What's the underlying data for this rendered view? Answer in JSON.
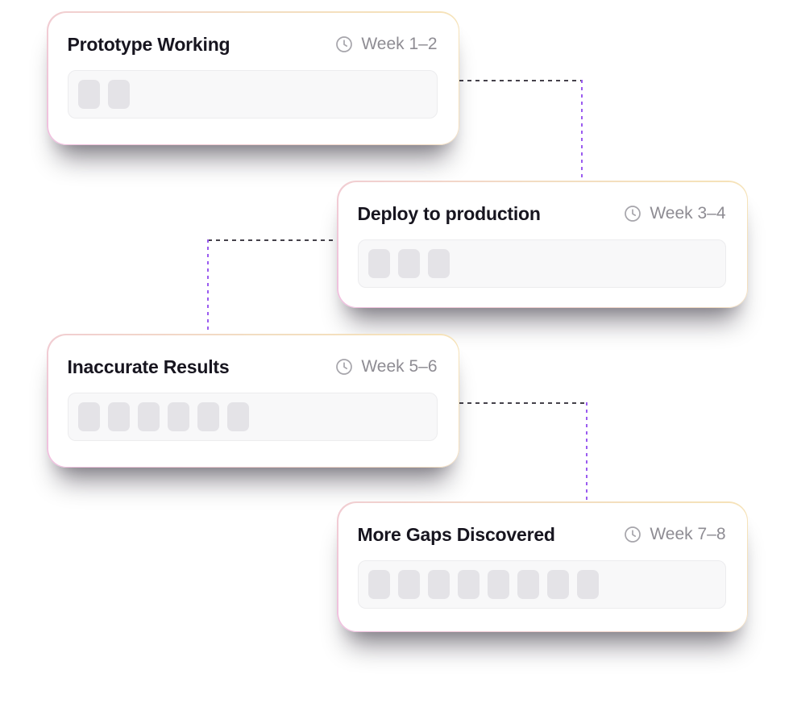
{
  "diagram": {
    "type": "timeline-flow",
    "cards": [
      {
        "title": "Prototype Working",
        "week": "Week 1–2",
        "blocks": 2
      },
      {
        "title": "Deploy to production",
        "week": "Week 3–4",
        "blocks": 3
      },
      {
        "title": "Inaccurate Results",
        "week": "Week 5–6",
        "blocks": 6
      },
      {
        "title": "More Gaps Discovered",
        "week": "Week 7–8",
        "blocks": 8
      }
    ]
  },
  "icons": {
    "clock": "clock-icon"
  },
  "colors": {
    "background": "#ffffff",
    "card_bg": "#ffffff",
    "card_border_yellow": "#f6e3b8",
    "card_border_pink": "#f0bfe0",
    "title_text": "#17151f",
    "week_text": "#8e8c93",
    "skeleton_bg": "#f8f8f9",
    "skeleton_block": "#e4e3e7",
    "connector_dark": "#45424b",
    "connector_purple": "#9b5cf0"
  }
}
